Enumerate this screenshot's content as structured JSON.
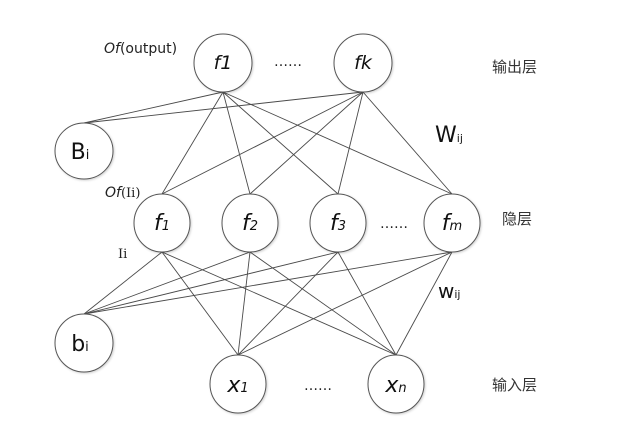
{
  "layers": {
    "output": {
      "label": "输出层",
      "nodes": [
        {
          "id": "out1",
          "main": "f1",
          "sub": ""
        },
        {
          "id": "outk",
          "main": "fk",
          "sub": ""
        }
      ],
      "ellipsis": "……"
    },
    "hidden": {
      "label": "隐层",
      "nodes": [
        {
          "id": "h1",
          "main": "f",
          "sub": "1"
        },
        {
          "id": "h2",
          "main": "f",
          "sub": "2"
        },
        {
          "id": "h3",
          "main": "f",
          "sub": "3"
        },
        {
          "id": "hm",
          "main": "f",
          "sub": "m"
        }
      ],
      "ellipsis": "……"
    },
    "input": {
      "label": "输入层",
      "nodes": [
        {
          "id": "x1",
          "main": "x",
          "sub": "1"
        },
        {
          "id": "xn",
          "main": "x",
          "sub": "n"
        }
      ],
      "ellipsis": "……"
    }
  },
  "bias": {
    "output_bias": {
      "id": "Bi",
      "main": "B",
      "sub": "i"
    },
    "hidden_bias": {
      "id": "bi",
      "main": "b",
      "sub": "i"
    }
  },
  "annotations": {
    "of_output": {
      "italic": "Of",
      "rest": "(output)"
    },
    "of_hidden": {
      "italic": "Of",
      "rest": "(Ii)"
    },
    "hidden_input": "Ii",
    "upper_weight": {
      "main": "W",
      "sub": "ij"
    },
    "lower_weight": {
      "main": "w",
      "sub": "ij"
    }
  },
  "edges": [
    [
      "out1",
      "Bi"
    ],
    [
      "out1",
      "h1"
    ],
    [
      "out1",
      "h2"
    ],
    [
      "out1",
      "h3"
    ],
    [
      "out1",
      "hm"
    ],
    [
      "outk",
      "Bi"
    ],
    [
      "outk",
      "h1"
    ],
    [
      "outk",
      "h2"
    ],
    [
      "outk",
      "h3"
    ],
    [
      "outk",
      "hm"
    ],
    [
      "bi",
      "h1"
    ],
    [
      "bi",
      "h2"
    ],
    [
      "bi",
      "h3"
    ],
    [
      "bi",
      "hm"
    ],
    [
      "x1",
      "h1"
    ],
    [
      "x1",
      "h2"
    ],
    [
      "x1",
      "h3"
    ],
    [
      "x1",
      "hm"
    ],
    [
      "xn",
      "h1"
    ],
    [
      "xn",
      "h2"
    ],
    [
      "xn",
      "h3"
    ],
    [
      "xn",
      "hm"
    ]
  ]
}
